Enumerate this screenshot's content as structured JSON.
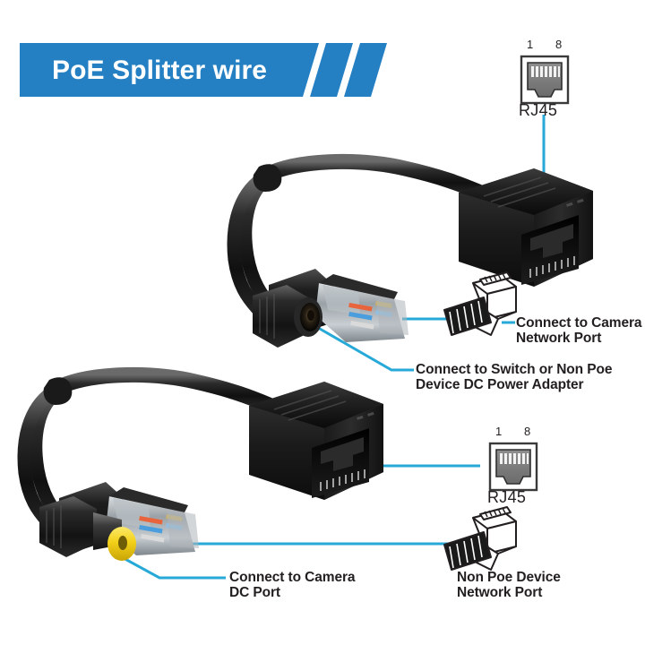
{
  "page": {
    "title": "PoE Splitter wire",
    "background": "#ffffff"
  },
  "banner": {
    "label": "PoE Splitter wire",
    "color": "#2580c3",
    "text_color": "#ffffff",
    "slash_count": 2
  },
  "colors": {
    "accent_blue": "#2580c3",
    "callout_line": "#27a9d8",
    "text": "#231f20",
    "cable_black": "#1c1c1c",
    "dc_tip_yellow": "#f3d019"
  },
  "diagrams": {
    "rj45_top": {
      "name": "RJ45",
      "pin_left": "1",
      "pin_right": "8",
      "pin_count": 8
    },
    "rj45_bottom": {
      "name": "RJ45",
      "pin_left": "1",
      "pin_right": "8",
      "pin_count": 8
    }
  },
  "callouts": [
    {
      "id": "camera-network-port",
      "lines": [
        "Connect to Camera",
        "Network Port"
      ],
      "icon": "rj45-plug-icon"
    },
    {
      "id": "switch-dc-power-adapter",
      "lines": [
        "Connect to Switch or Non Poe",
        "Device DC Power Adapter"
      ],
      "icon": null
    },
    {
      "id": "camera-dc-port",
      "lines": [
        "Connect to Camera",
        "DC Port"
      ],
      "icon": null
    },
    {
      "id": "non-poe-device-network-port",
      "lines": [
        "Non Poe Device",
        "Network Port"
      ],
      "icon": "rj45-plug-icon"
    }
  ],
  "products": [
    {
      "id": "poe-splitter-top",
      "parts": [
        "female-dc-barrel-jack",
        "rj45-male-plug",
        "rj45-female-coupler"
      ]
    },
    {
      "id": "poe-splitter-bottom",
      "parts": [
        "male-dc-barrel-plug-yellow-tip",
        "rj45-male-plug",
        "rj45-female-coupler"
      ]
    }
  ]
}
